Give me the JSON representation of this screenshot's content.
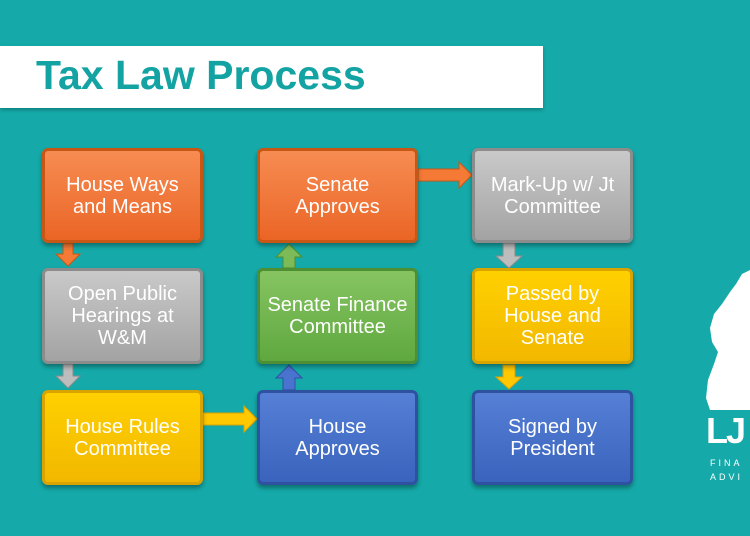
{
  "title": "Tax Law Process",
  "steps": {
    "house_ways_means": "House Ways and Means",
    "open_hearings": "Open Public Hearings at W&M",
    "house_rules": "House Rules Committee",
    "house_approves": "House Approves",
    "senate_finance": "Senate Finance Committee",
    "senate_approves": "Senate Approves",
    "markup_jt": "Mark-Up w/ Jt Committee",
    "passed_both": "Passed by House and Senate",
    "signed_president": "Signed by President"
  },
  "logo": {
    "letters": "LJ",
    "line1": "FINA",
    "line2": "ADVI"
  },
  "colors": {
    "background": "#15aaa9",
    "orange": "#ea6526",
    "gray": "#a3a3a3",
    "yellow": "#f2b800",
    "blue": "#3a63bd",
    "green": "#5fa83f"
  }
}
